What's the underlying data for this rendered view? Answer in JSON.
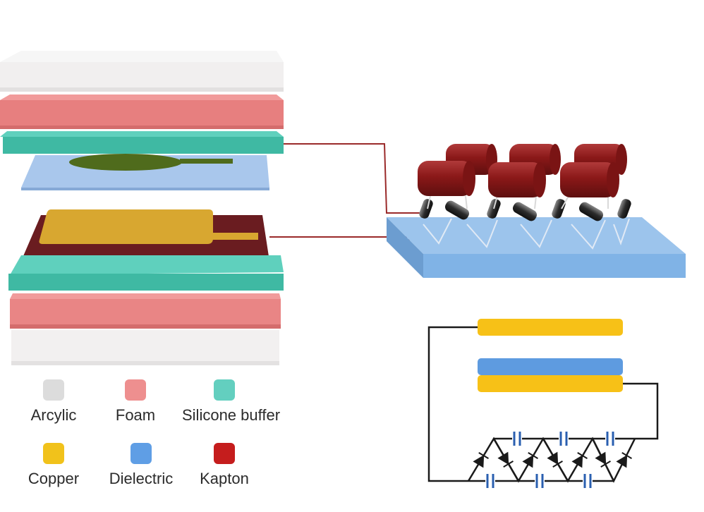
{
  "legend": [
    {
      "label": "Arcylic",
      "color": "#dcdcdc"
    },
    {
      "label": "Foam",
      "color": "#ee8f8f"
    },
    {
      "label": "Silicone buffer",
      "color": "#63cfbf"
    },
    {
      "label": "Copper",
      "color": "#f1c21b"
    },
    {
      "label": "Dielectric",
      "color": "#5f9ee5"
    },
    {
      "label": "Kapton",
      "color": "#c51d1d"
    }
  ],
  "colors": {
    "acrylic": "#ececec",
    "foam": "#e98383",
    "silicone": "#45bfa9",
    "copper": "#d7a52e",
    "dielectric": "#8fb7e6",
    "kapton": "#6e1f22",
    "capacitor": "#8f1a1a",
    "wire": "#9a2a2a",
    "board": "#7fb2e6"
  }
}
